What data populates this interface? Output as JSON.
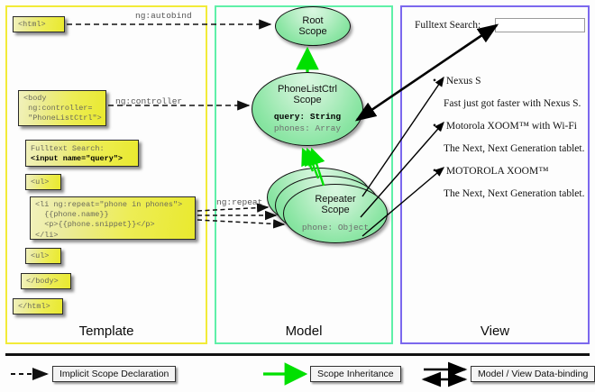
{
  "columns": {
    "template": {
      "label": "Template"
    },
    "model": {
      "label": "Model"
    },
    "view": {
      "label": "View"
    }
  },
  "template_boxes": [
    {
      "name": "html-open-box",
      "code": "<html>"
    },
    {
      "name": "body-controller-box",
      "code": "<body\n ng:controller=\n \"PhoneListCtrl\">"
    },
    {
      "name": "fulltext-search-box",
      "label": "Fulltext Search:",
      "code": "<input name=\"query\">"
    },
    {
      "name": "ul-open-box",
      "code": "<ul>"
    },
    {
      "name": "li-repeat-box",
      "code": "<li ng:repeat=\"phone in phones\">\n  {{phone.name}}\n  <p>{{phone.snippet}}</p>\n</li>"
    },
    {
      "name": "ul-close-box",
      "code": "<ul>"
    },
    {
      "name": "body-close-box",
      "code": "</body>"
    },
    {
      "name": "html-close-box",
      "code": "</html>"
    }
  ],
  "scopes": [
    {
      "name": "root-scope",
      "title_line1": "Root",
      "title_line2": "Scope",
      "props": []
    },
    {
      "name": "phonelistctrl-scope",
      "title_line1": "PhoneListCtrl",
      "title_line2": "Scope",
      "props": [
        {
          "key": "query:",
          "value": "String",
          "bold": true
        },
        {
          "key": "phones:",
          "value": "Array",
          "bold": false
        }
      ]
    },
    {
      "name": "repeater-scope",
      "title_line1": "Repeater",
      "title_line2": "Scope",
      "props": [
        {
          "key": "phone:",
          "value": "Object",
          "bold": false
        }
      ]
    }
  ],
  "connectors": [
    {
      "name": "ng-autobind-label",
      "label": "ng:autobind"
    },
    {
      "name": "ng-controller-label",
      "label": "ng:controller"
    },
    {
      "name": "ng-repeat-label",
      "label": "ng:repeat"
    }
  ],
  "view": {
    "search_label": "Fulltext Search:",
    "search_value": "",
    "items": [
      {
        "name": "Nexus S",
        "snippet": "Fast just got faster with Nexus S."
      },
      {
        "name": "Motorola XOOM™  with Wi-Fi",
        "snippet": "The Next, Next Generation tablet."
      },
      {
        "name": "MOTOROLA XOOM™",
        "snippet": "The Next, Next Generation tablet."
      }
    ]
  },
  "legend": [
    {
      "name": "legend-implicit-scope-declaration",
      "label": "Implicit Scope Declaration",
      "arrow": "dashed-arrow"
    },
    {
      "name": "legend-scope-inheritance",
      "label": "Scope Inheritance",
      "arrow": "green-arrow"
    },
    {
      "name": "legend-data-binding",
      "label": "Model / View Data-binding",
      "arrow": "double-arrow"
    }
  ],
  "colors": {
    "template_border": "#f2eb38",
    "model_border": "#5ff0a8",
    "view_border": "#7b68ee",
    "scope_green": "#8ee6a6",
    "box_yellow": "#eded55",
    "inheritance_green": "#00e000"
  }
}
